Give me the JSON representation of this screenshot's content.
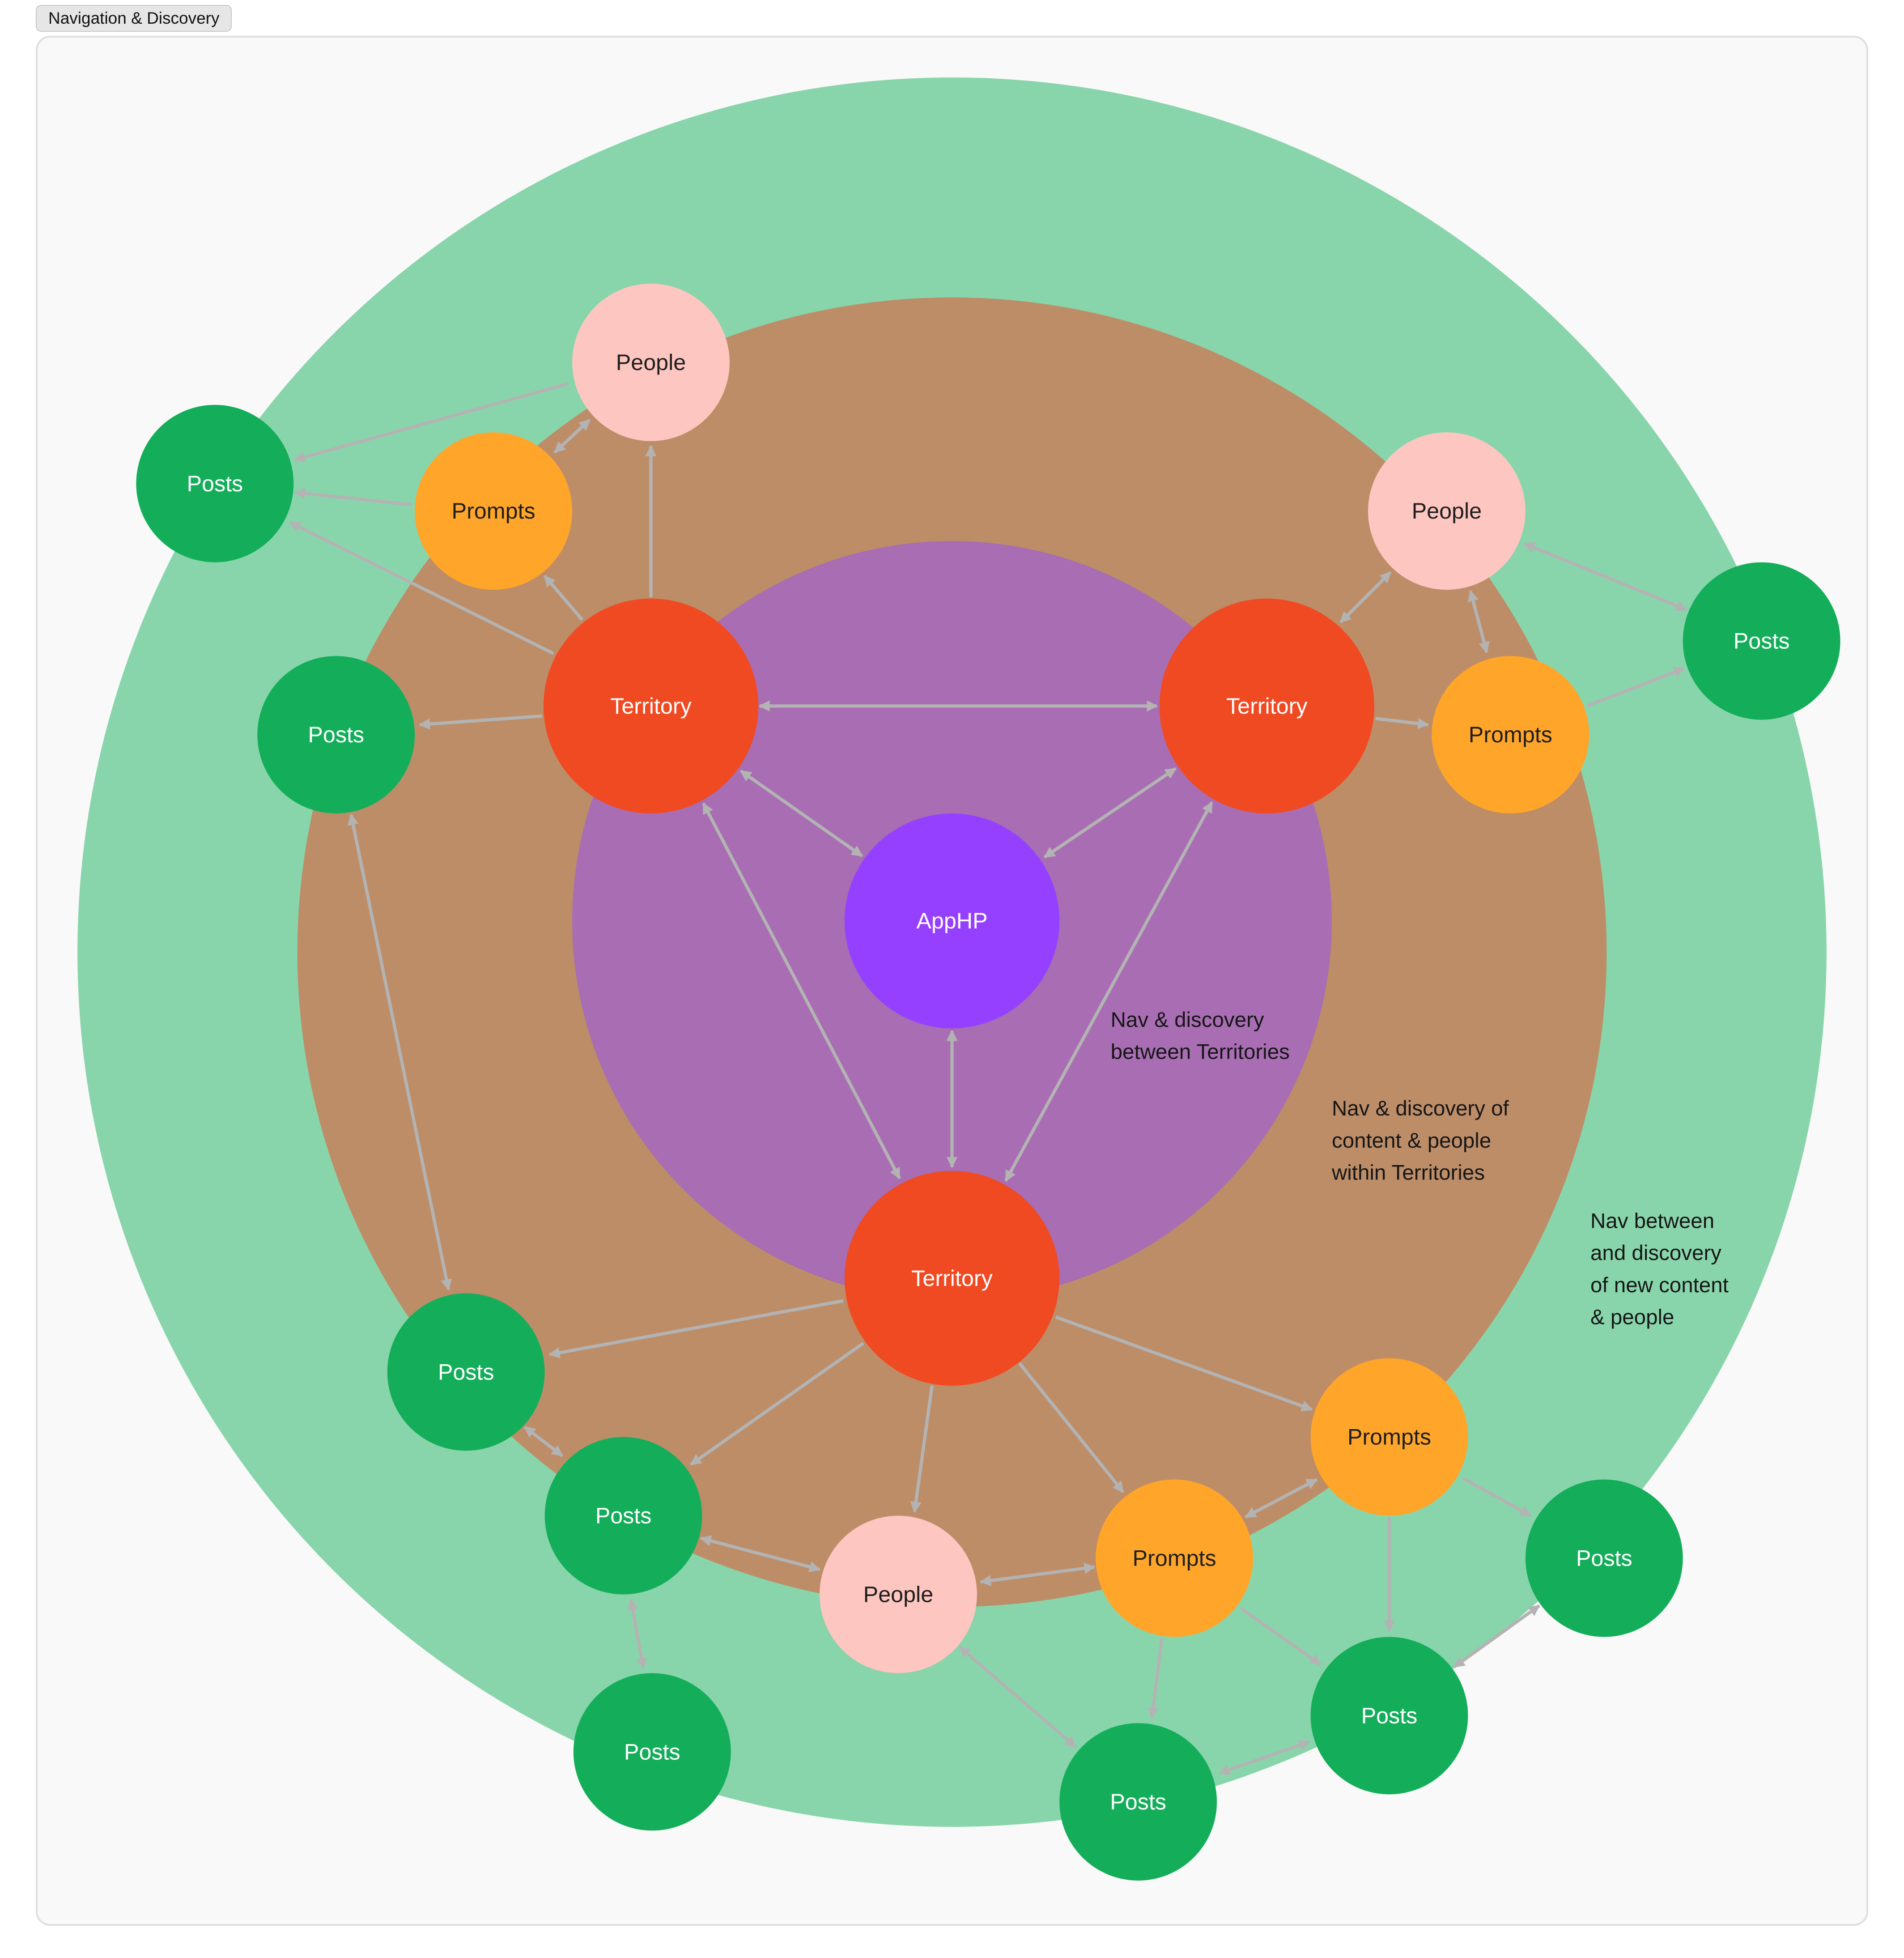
{
  "frame": {
    "title": "Navigation & Discovery"
  },
  "colors": {
    "outer_ring": "#89d5ab",
    "middle_ring": "#bd8d68",
    "inner_ring": "#a86db3",
    "apphp": "#9640ff",
    "territory": "#f04a23",
    "people": "#fdc6c0",
    "prompts": "#ffa52a",
    "posts": "#14ae5a",
    "arrow": "#b3b3b3"
  },
  "nodes": {
    "apphp": "AppHP",
    "territory": "Territory",
    "people": "People",
    "prompts": "Prompts",
    "posts": "Posts"
  },
  "annotations": {
    "between_territories": [
      "Nav & discovery",
      "between Territories"
    ],
    "within_territories": [
      "Nav & discovery of",
      "content & people",
      "within Territories"
    ],
    "new_content": [
      "Nav between",
      "and discovery",
      "of new content",
      "& people"
    ]
  }
}
